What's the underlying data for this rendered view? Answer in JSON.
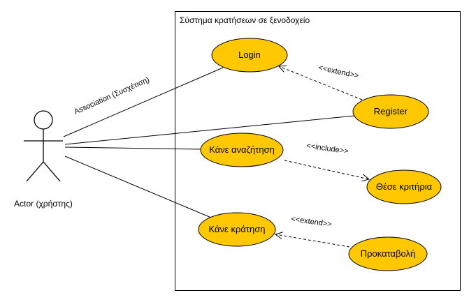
{
  "system": {
    "title": "Σύστημα κρατήσεων σε ξενοδοχείο"
  },
  "actor": {
    "label": "Actor (χρήστης)"
  },
  "association_label": "Association (Συσχέτιση)",
  "use_cases": {
    "login": "Login",
    "register": "Register",
    "search": "Κάνε αναζήτηση",
    "criteria": "Θέσε κριτήρια",
    "booking": "Κάνε κράτηση",
    "deposit": "Προκαταβολή"
  },
  "relations": {
    "register_login": "<<extend>>",
    "search_criteria": "<<include>>",
    "deposit_booking": "<<extend>>"
  },
  "colors": {
    "use_case_fill": "#FFC800",
    "use_case_stroke": "#000000",
    "line": "#000000"
  }
}
